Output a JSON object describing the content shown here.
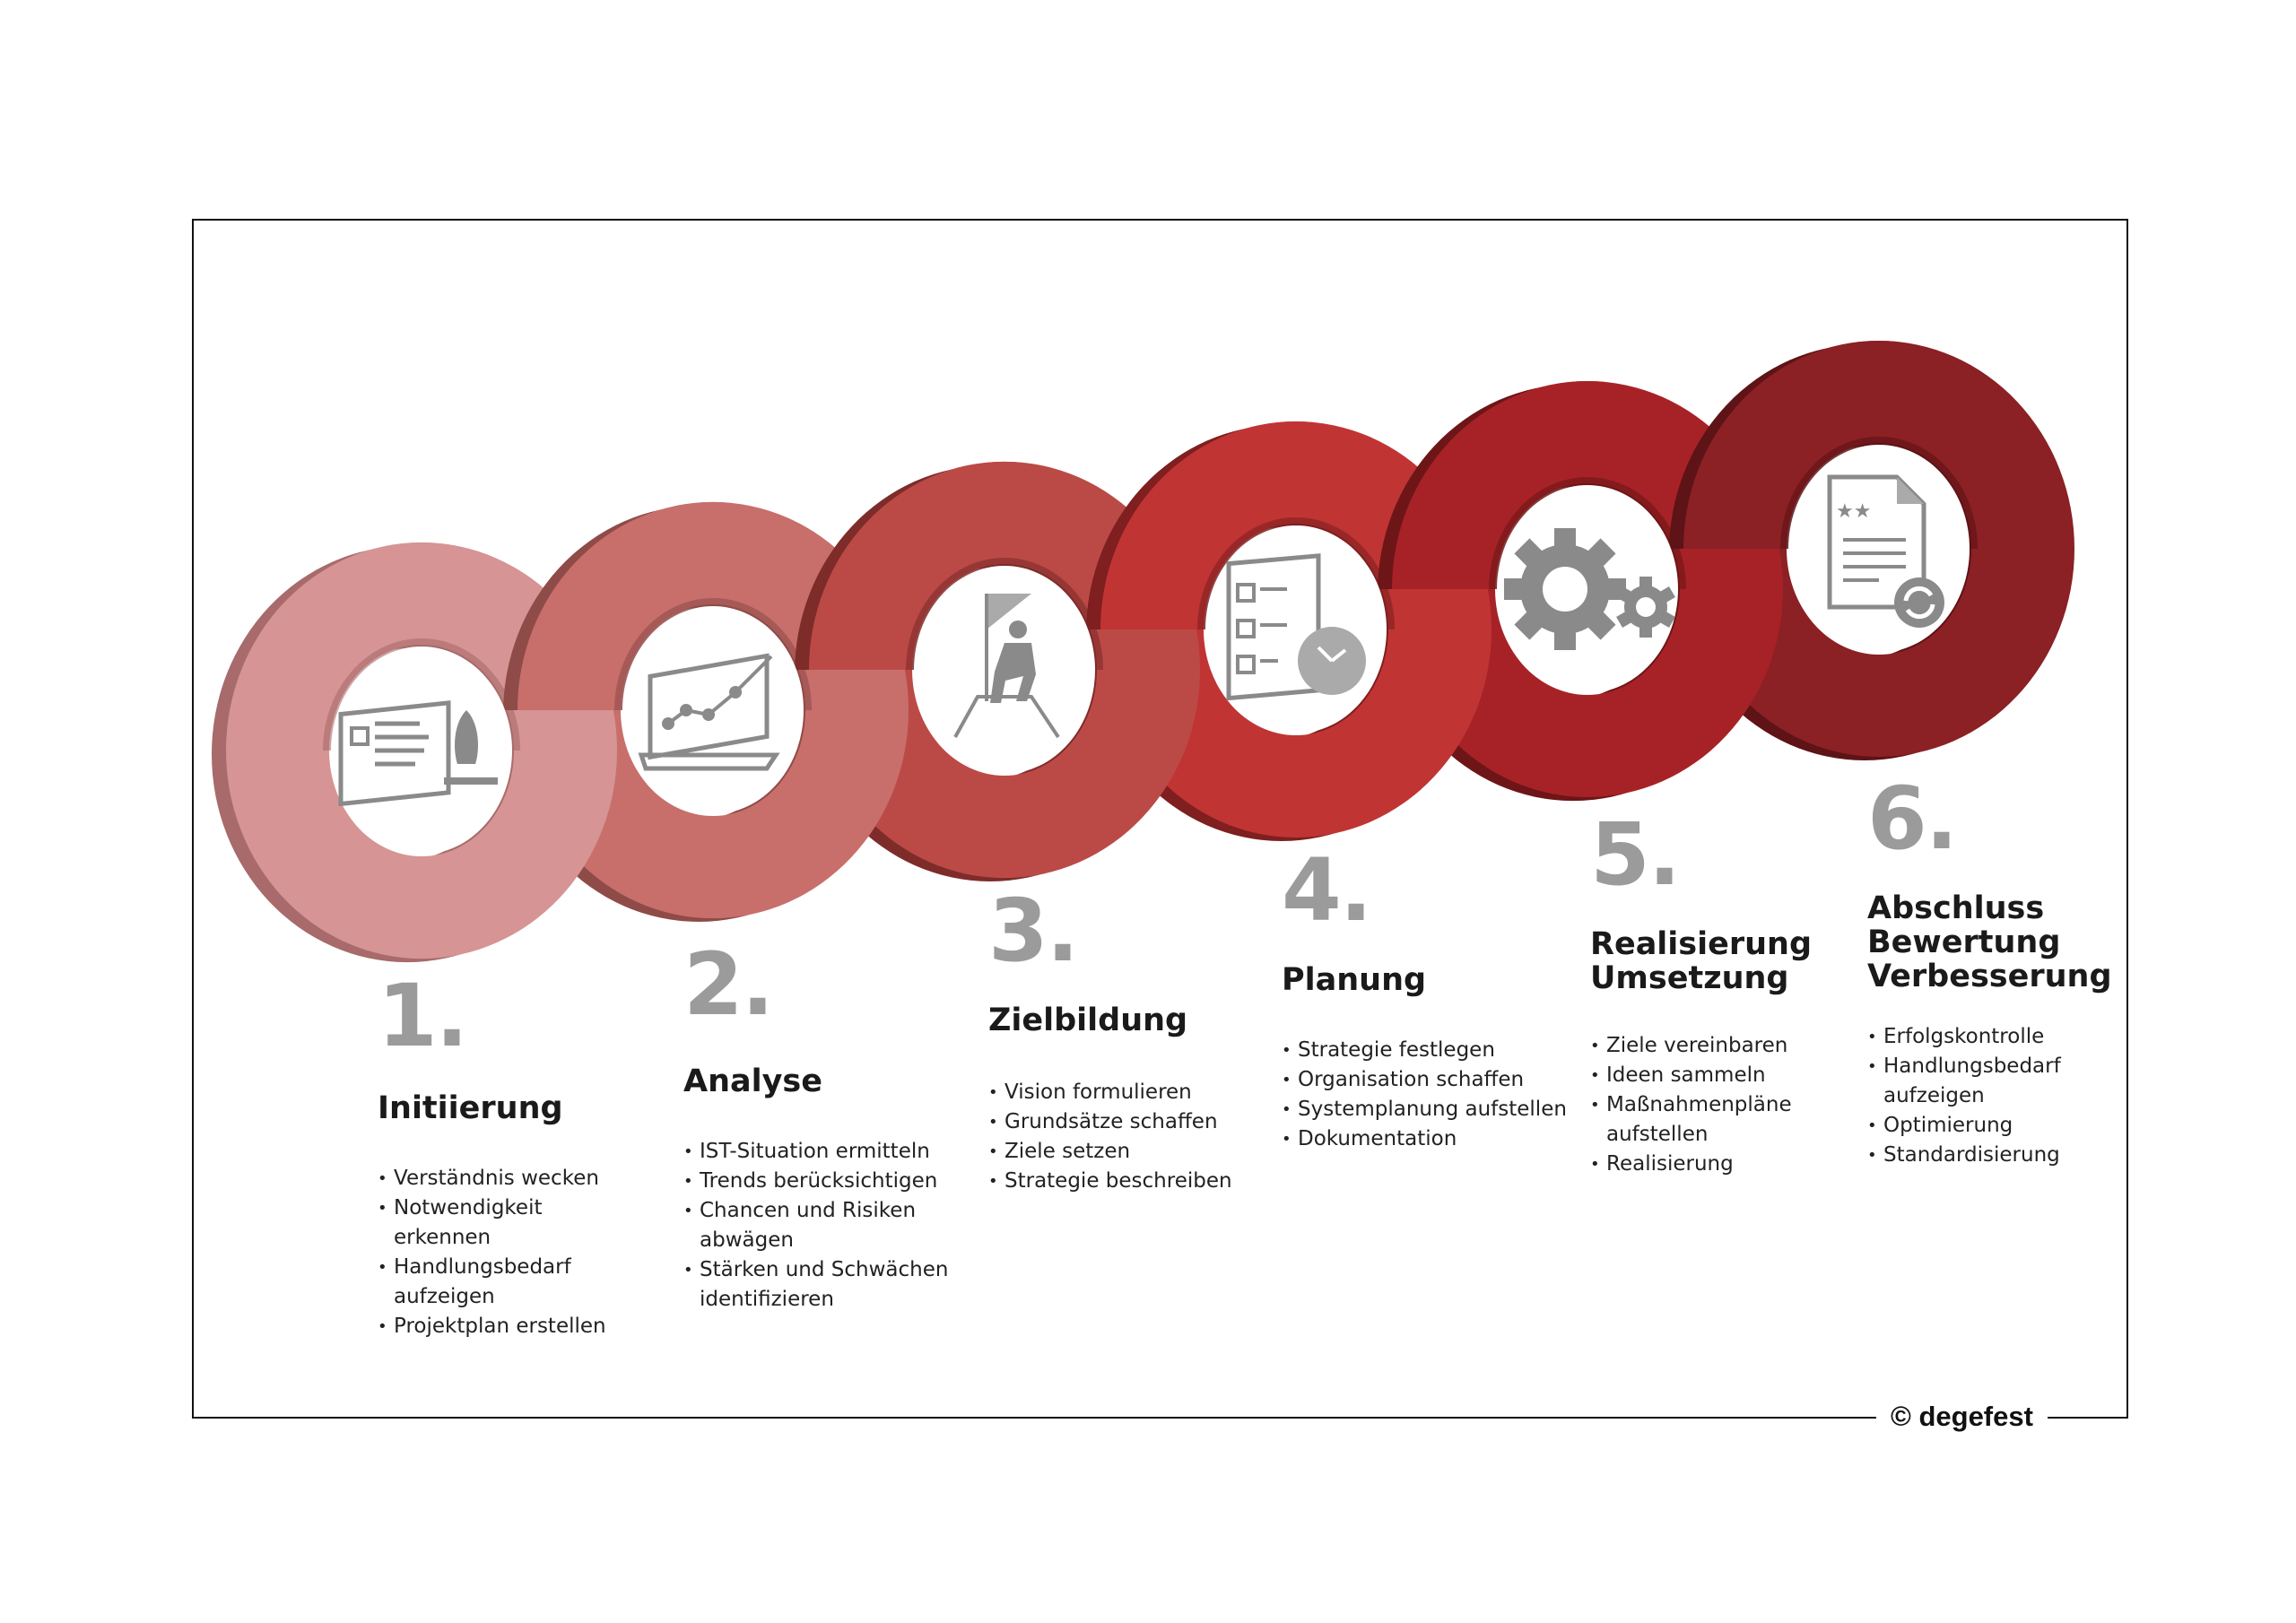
{
  "steps": [
    {
      "number": "1.",
      "title": [
        "Initiierung"
      ],
      "items": [
        [
          "Verständnis wecken"
        ],
        [
          "Notwendigkeit",
          "erkennen"
        ],
        [
          "Handlungsbedarf",
          "aufzeigen"
        ],
        [
          "Projektplan erstellen"
        ]
      ],
      "color": "#d69494",
      "rim": "#a86a6a",
      "icon": "presentation-rocket-icon"
    },
    {
      "number": "2.",
      "title": [
        "Analyse"
      ],
      "items": [
        [
          "IST-Situation ermitteln"
        ],
        [
          "Trends berücksichtigen"
        ],
        [
          "Chancen und Risiken",
          "abwägen"
        ],
        [
          "Stärken und Schwächen",
          "identifizieren"
        ]
      ],
      "color": "#c86f6b",
      "rim": "#8f4b48",
      "icon": "laptop-chart-icon"
    },
    {
      "number": "3.",
      "title": [
        "Zielbildung"
      ],
      "items": [
        [
          "Vision formulieren"
        ],
        [
          "Grundsätze schaffen"
        ],
        [
          "Ziele setzen"
        ],
        [
          "Strategie beschreiben"
        ]
      ],
      "color": "#bb4a47",
      "rim": "#7e2c2a",
      "icon": "climber-flag-icon"
    },
    {
      "number": "4.",
      "title": [
        "Planung"
      ],
      "items": [
        [
          "Strategie festlegen"
        ],
        [
          "Organisation schaffen"
        ],
        [
          "Systemplanung aufstellen"
        ],
        [
          "Dokumentation"
        ]
      ],
      "color": "#c13434",
      "rim": "#7f1f1f",
      "icon": "checklist-clock-icon"
    },
    {
      "number": "5.",
      "title": [
        "Realisierung",
        "Umsetzung"
      ],
      "items": [
        [
          "Ziele vereinbaren"
        ],
        [
          "Ideen sammeln"
        ],
        [
          "Maßnahmenpläne",
          "aufstellen"
        ],
        [
          "Realisierung"
        ]
      ],
      "color": "#a72227",
      "rim": "#6e1518",
      "icon": "gears-icon"
    },
    {
      "number": "6.",
      "title": [
        "Abschluss",
        "Bewertung",
        "Verbesserung"
      ],
      "items": [
        [
          "Erfolgskontrolle"
        ],
        [
          "Handlungsbedarf",
          "aufzeigen"
        ],
        [
          "Optimierung"
        ],
        [
          "Standardisierung"
        ]
      ],
      "color": "#8b2025",
      "rim": "#5e1316",
      "icon": "document-refresh-icon"
    }
  ],
  "copyright": "© degefest"
}
